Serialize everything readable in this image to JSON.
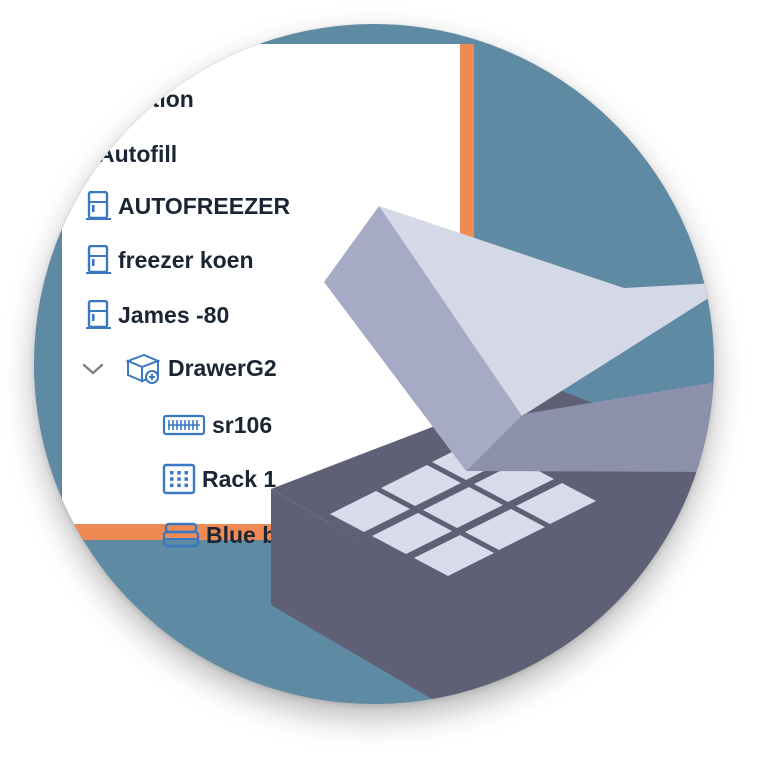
{
  "tree": {
    "items": [
      {
        "label": "Location",
        "icon": "location-icon",
        "level": 0
      },
      {
        "label": "Autofill",
        "icon": "folder-icon",
        "level": 0
      },
      {
        "label": "AUTOFREEZER",
        "icon": "freezer-icon",
        "level": 0
      },
      {
        "label": "freezer koen",
        "icon": "freezer-icon",
        "level": 0
      },
      {
        "label": "James -80",
        "icon": "freezer-icon",
        "level": 0
      },
      {
        "label": "DrawerG2",
        "icon": "drawer-icon",
        "level": 0,
        "expanded": true
      },
      {
        "label": "sr106",
        "icon": "slide-rack-icon",
        "level": 1
      },
      {
        "label": "Rack 1",
        "icon": "rack-icon",
        "level": 1
      },
      {
        "label": "Blue bin",
        "icon": "bin-icon",
        "level": 1
      }
    ]
  },
  "colors": {
    "background_circle": "#5e8aa3",
    "frame_accent": "#f08a55",
    "icon_blue": "#3b78c4",
    "box_lid_light": "#d5d8e6",
    "box_lid_side": "#a7aac4",
    "box_body_dark": "#5f6075",
    "box_grid_cell": "#d9dbea"
  }
}
